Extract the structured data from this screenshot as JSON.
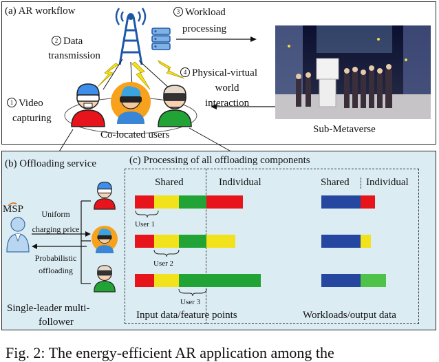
{
  "panel_a": {
    "label": "(a) AR workflow",
    "step1_num": "1",
    "step1_line1": "Video",
    "step1_line2": "capturing",
    "step2_num": "2",
    "step2_line1": "Data",
    "step2_line2": "transmission",
    "step3_num": "3",
    "step3_line1": "Workload",
    "step3_line2": "processing",
    "step4_num": "4",
    "step4_line1": "Physical-virtual",
    "step4_line2": "world",
    "step4_line3": "interaction",
    "colocated_label": "Co-located users",
    "submetaverse_label": "Sub-Metaverse"
  },
  "panel_b": {
    "label": "(b) Offloading service",
    "msp_label": "MSP",
    "uniform_line1": "Uniform",
    "uniform_line2": "charging price",
    "prob_line1": "Probabilistic",
    "prob_line2": "offloading",
    "game_line1": "Single-leader multi-",
    "game_line2": "follower"
  },
  "panel_c": {
    "label": "(c) Processing of all offloading components",
    "shared_left": "Shared",
    "individual_left": "Individual",
    "shared_right": "Shared",
    "individual_right": "Individual",
    "user1": "User 1",
    "user2": "User 2",
    "user3": "User 3",
    "bottom_left": "Input data/feature points",
    "bottom_right": "Workloads/output data"
  },
  "caption_fragment": "Fig. 2: The energy-efficient AR application among the",
  "colors": {
    "red": "#e8141c",
    "yellow": "#f2e21b",
    "green": "#21a336",
    "green_light": "#4fc24a",
    "blue": "#2647a0",
    "panel_b_bg": "#dcecf3"
  }
}
